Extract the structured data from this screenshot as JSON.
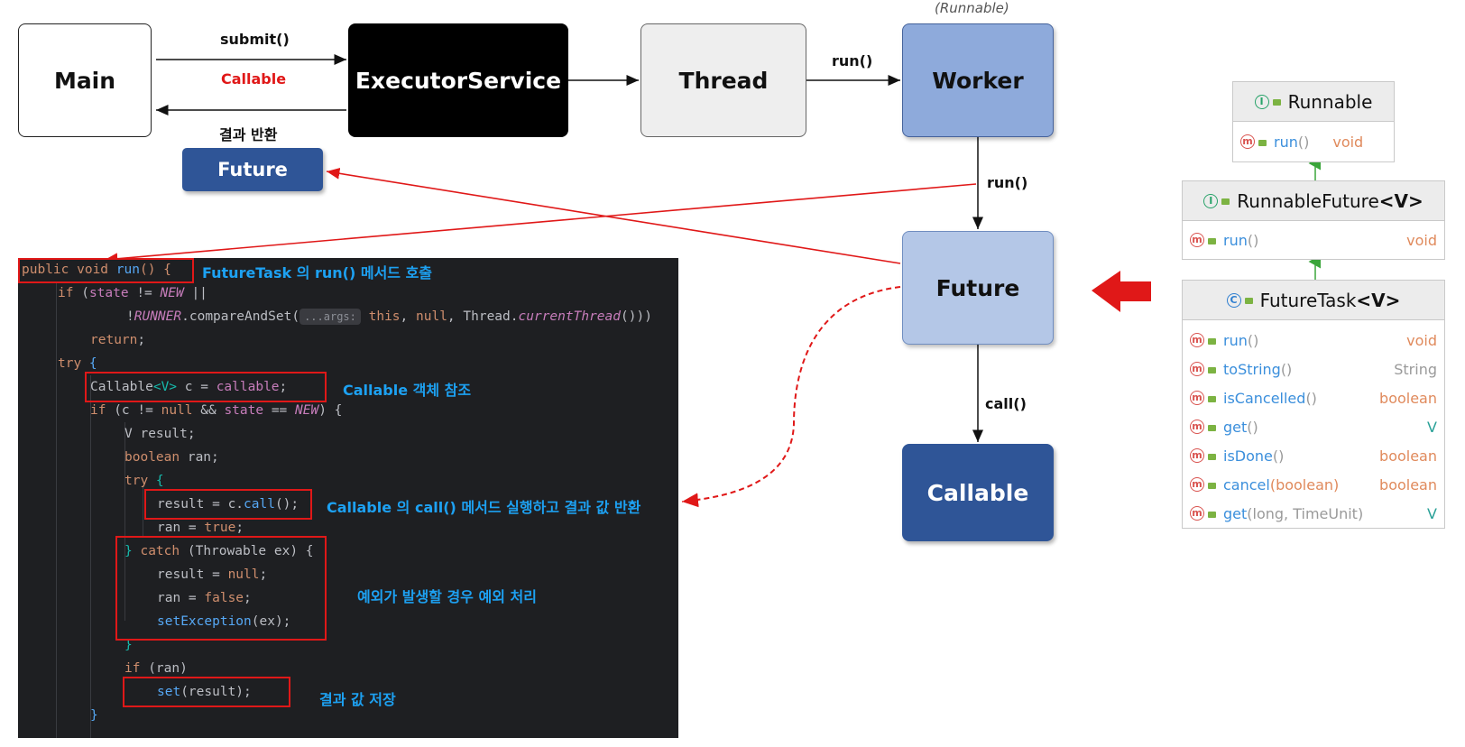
{
  "diagram": {
    "boxes": {
      "main": "Main",
      "executor": "ExecutorService",
      "thread": "Thread",
      "worker": "Worker",
      "future_small": "Future",
      "future": "Future",
      "callable": "Callable"
    },
    "labels": {
      "runnable_tag": "(Runnable)",
      "submit": "submit()",
      "callable_arg": "Callable",
      "result_return": "결과 반환",
      "run1": "run()",
      "run2": "run()",
      "call": "call()"
    },
    "colors": {
      "callable_arg": "#e01818",
      "red_arrow": "#e01818",
      "annotation": "#1da1f2",
      "uml_arrow": "#3aa53a"
    }
  },
  "code": {
    "lines": {
      "l1_kw": "public void ",
      "l1_fn": "run",
      "l1_rest": "() {",
      "l2_kw": "if ",
      "l2_a": "(",
      "l2_fld": "state",
      "l2_b": " != ",
      "l2_cst": "NEW",
      "l2_c": " ||",
      "l3_a": "!",
      "l3_cst": "RUNNER",
      "l3_b": ".compareAndSet(",
      "l3_hint": "...args:",
      "l3_kw1": " this",
      "l3_c": ", ",
      "l3_kw2": "null",
      "l3_d": ", Thread.",
      "l3_sm": "currentThread",
      "l3_e": "()))",
      "l4_kw": "return",
      "l4_rest": ";",
      "l5_kw": "try",
      "l5_rest": " {",
      "l6_a": "Callable",
      "l6_tp": "<V>",
      "l6_b": " c = ",
      "l6_fld": "callable",
      "l6_c": ";",
      "l7_kw": "if ",
      "l7_a": "(c != ",
      "l7_kw2": "null",
      "l7_b": " && ",
      "l7_fld": "state",
      "l7_c": " == ",
      "l7_cst": "NEW",
      "l7_d": ") {",
      "l8": "V result;",
      "l9_kw": "boolean",
      "l9_rest": " ran;",
      "l10_kw": "try",
      "l10_rest": " {",
      "l11_a": "result = c.",
      "l11_fn": "call",
      "l11_b": "();",
      "l12_a": "ran = ",
      "l12_kw": "true",
      "l12_b": ";",
      "l13_a": "} ",
      "l13_kw": "catch",
      "l13_b": " (Throwable ex) {",
      "l14_a": "result = ",
      "l14_kw": "null",
      "l14_b": ";",
      "l15_a": "ran = ",
      "l15_kw": "false",
      "l15_b": ";",
      "l16_fn": "setException",
      "l16_b": "(ex);",
      "l17": "}",
      "l18_kw": "if",
      "l18_rest": " (ran)",
      "l19_fn": "set",
      "l19_b": "(result);",
      "l20": "}"
    },
    "annotations": {
      "a1": "FutureTask 의 run() 메서드 호출",
      "a2": "Callable 객체 참조",
      "a3": "Callable 의 call() 메서드 실행하고 결과 값 반환",
      "a4": "예외가 발생할 경우 예외 처리",
      "a5": "결과 값 저장"
    }
  },
  "uml": {
    "runnable": {
      "icon": "I",
      "name": "Runnable",
      "rows": [
        {
          "icon": "m",
          "name": "run",
          "params": "()",
          "ret": "void"
        }
      ]
    },
    "runnable_future": {
      "icon": "I",
      "name": "RunnableFuture",
      "generic": "<V>",
      "rows": [
        {
          "icon": "m",
          "name": "run",
          "params": "()",
          "ret": "void"
        }
      ]
    },
    "future_task": {
      "icon": "C",
      "name": "FutureTask",
      "generic": "<V>",
      "rows": [
        {
          "icon": "m",
          "name": "run",
          "params": "()",
          "ret": "void"
        },
        {
          "icon": "m",
          "name": "toString",
          "params": "()",
          "ret": "String"
        },
        {
          "icon": "m",
          "name": "isCancelled",
          "params": "()",
          "ret": "boolean"
        },
        {
          "icon": "m",
          "name": "get",
          "params": "()",
          "ret": "V"
        },
        {
          "icon": "m",
          "name": "isDone",
          "params": "()",
          "ret": "boolean"
        },
        {
          "icon": "m",
          "name": "cancel",
          "params": "(boolean)",
          "ret": "boolean"
        },
        {
          "icon": "m",
          "name": "get",
          "params": "(long, TimeUnit)",
          "ret": "V"
        }
      ]
    }
  }
}
